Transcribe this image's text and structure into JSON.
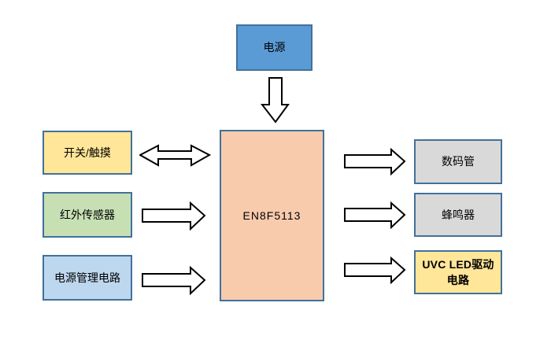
{
  "diagram": {
    "type": "block-diagram",
    "nodes": {
      "power": {
        "label": "电源",
        "fill": "#5B9BD5"
      },
      "mcu": {
        "label": "EN8F5113",
        "fill": "#F8CBAD"
      },
      "switch_touch": {
        "label": "开关/触摸",
        "fill": "#FFE699"
      },
      "ir_sensor": {
        "label": "红外传感器",
        "fill": "#C6E0B4"
      },
      "power_mgmt": {
        "label": "电源管理电路",
        "fill": "#BDD7EE"
      },
      "digit_tube": {
        "label": "数码管",
        "fill": "#D9D9D9"
      },
      "buzzer": {
        "label": "蜂鸣器",
        "fill": "#D9D9D9"
      },
      "uvc_led_driver": {
        "label": "UVC LED驱动电路",
        "fill": "#FFE699"
      }
    },
    "connections": [
      {
        "from": "电源",
        "to": "EN8F5113",
        "arrow": "single",
        "direction": "down"
      },
      {
        "from": "开关/触摸",
        "to": "EN8F5113",
        "arrow": "double",
        "direction": "bidirectional"
      },
      {
        "from": "红外传感器",
        "to": "EN8F5113",
        "arrow": "single",
        "direction": "right"
      },
      {
        "from": "电源管理电路",
        "to": "EN8F5113",
        "arrow": "single",
        "direction": "right"
      },
      {
        "from": "EN8F5113",
        "to": "数码管",
        "arrow": "single",
        "direction": "right"
      },
      {
        "from": "EN8F5113",
        "to": "蜂鸣器",
        "arrow": "single",
        "direction": "right"
      },
      {
        "from": "EN8F5113",
        "to": "UVC LED驱动电路",
        "arrow": "single",
        "direction": "right"
      }
    ],
    "colors": {
      "background": "#FFFFFF",
      "node_border": "#41719C",
      "arrow_fill": "#FFFFFF",
      "arrow_stroke": "#000000",
      "text": "#000000"
    }
  }
}
